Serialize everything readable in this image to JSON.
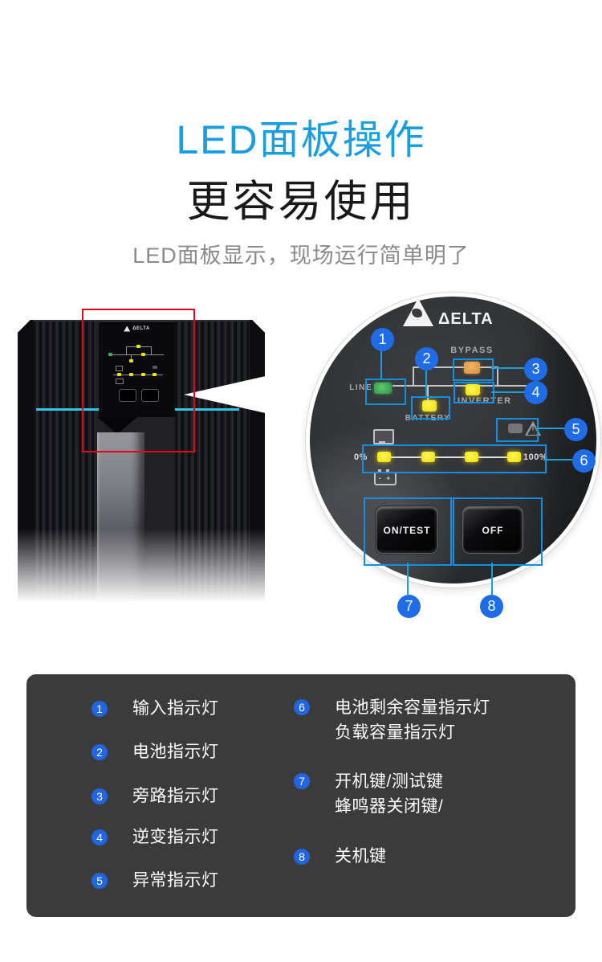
{
  "header": {
    "title": "LED面板操作",
    "subtitle": "更容易使用",
    "description": "LED面板显示，现场运行简单明了"
  },
  "colors": {
    "title_blue": "#199fe0",
    "callout_box_blue": "#1090e0",
    "badge_blue": "#1e6ce8",
    "legend_badge_blue": "#2066e4",
    "connector_cyan": "#19a2da",
    "ups_accent_cyan": "#35c3e8",
    "focus_red": "#e8001a",
    "legend_bg": "#3b3b3b",
    "led_yellow": "#efdc00",
    "led_green": "#2e9442",
    "led_orange": "#d98e33"
  },
  "lens_panel": {
    "brand": "DELTA",
    "brand_display": "ΔELTA",
    "labels": {
      "line": "LINE",
      "bypass": "BYPASS",
      "battery": "BATTERY",
      "inverter": "INVERTER",
      "meter_min": "0%",
      "meter_max": "100%",
      "battery_icon_text": "- +",
      "warning_icon_mark": "!"
    },
    "buttons": {
      "on_test": "ON/TEST",
      "off": "OFF"
    },
    "callouts": [
      "1",
      "2",
      "3",
      "4",
      "5",
      "6",
      "7",
      "8"
    ]
  },
  "legend": {
    "items": [
      {
        "num": "1",
        "line1": "输入指示灯",
        "line2": ""
      },
      {
        "num": "2",
        "line1": "电池指示灯",
        "line2": ""
      },
      {
        "num": "3",
        "line1": "旁路指示灯",
        "line2": ""
      },
      {
        "num": "4",
        "line1": "逆变指示灯",
        "line2": ""
      },
      {
        "num": "5",
        "line1": "异常指示灯",
        "line2": ""
      },
      {
        "num": "6",
        "line1": "电池剩余容量指示灯",
        "line2": "负载容量指示灯"
      },
      {
        "num": "7",
        "line1": "开机键/测试键",
        "line2": "蜂鸣器关闭键/"
      },
      {
        "num": "8",
        "line1": "关机键",
        "line2": ""
      }
    ]
  }
}
